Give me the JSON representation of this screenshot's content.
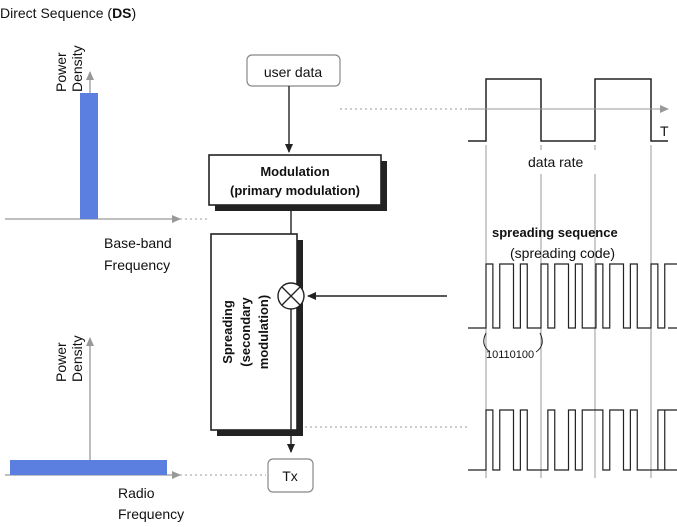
{
  "title": {
    "prefix": "Direct Sequence (",
    "bold": "DS",
    "suffix": ")"
  },
  "top_spectrum": {
    "y_label_line1": "Power",
    "y_label_line2": "Density",
    "x_label_line1": "Base-band",
    "x_label_line2": "Frequency",
    "bar_color": "#5b7fe0"
  },
  "bottom_spectrum": {
    "y_label_line1": "Power",
    "y_label_line2": "Density",
    "x_label_line1": "Radio",
    "x_label_line2": "Frequency",
    "bar_color": "#5b7fe0"
  },
  "blocks": {
    "user_data": "user data",
    "modulation_line1": "Modulation",
    "modulation_line2": "(primary modulation)",
    "spreading_line1": "Spreading",
    "spreading_line2": "(secondary",
    "spreading_line3": "modulation)",
    "tx": "Tx",
    "mixer_icon": "circle-x-mixer"
  },
  "signals": {
    "time_axis_label": "T",
    "data_rate_label": "data rate",
    "spreading_title": "spreading sequence",
    "spreading_subtitle": "(spreading code)",
    "code_bits": "10110100"
  },
  "colors": {
    "line": "#222222",
    "guide": "#999999",
    "shadow": "#222222"
  }
}
